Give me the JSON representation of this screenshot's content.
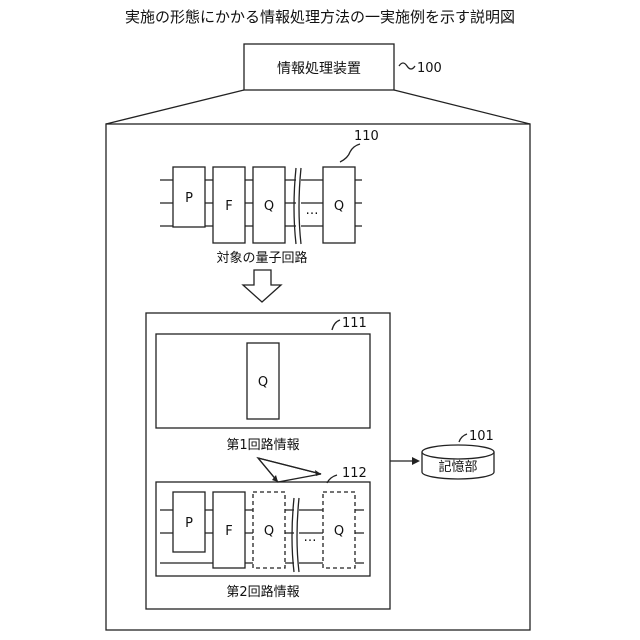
{
  "figure": {
    "title": "実施の形態にかかる情報処理方法の一実施例を示す説明図"
  },
  "device": {
    "label": "情報処理装置",
    "ref": "100"
  },
  "target_circuit": {
    "ref": "110",
    "label": "対象の量子回路",
    "gates": [
      "P",
      "F",
      "Q",
      "Q"
    ],
    "ellipsis": "…"
  },
  "processing": {
    "ref": "111"
  },
  "first_info": {
    "gate": "Q",
    "label": "第1回路情報"
  },
  "second_info": {
    "ref": "112",
    "label": "第2回路情報",
    "gates": [
      "P",
      "F",
      "Q",
      "Q"
    ],
    "ellipsis": "…"
  },
  "storage": {
    "label": "記憶部",
    "ref": "101"
  }
}
